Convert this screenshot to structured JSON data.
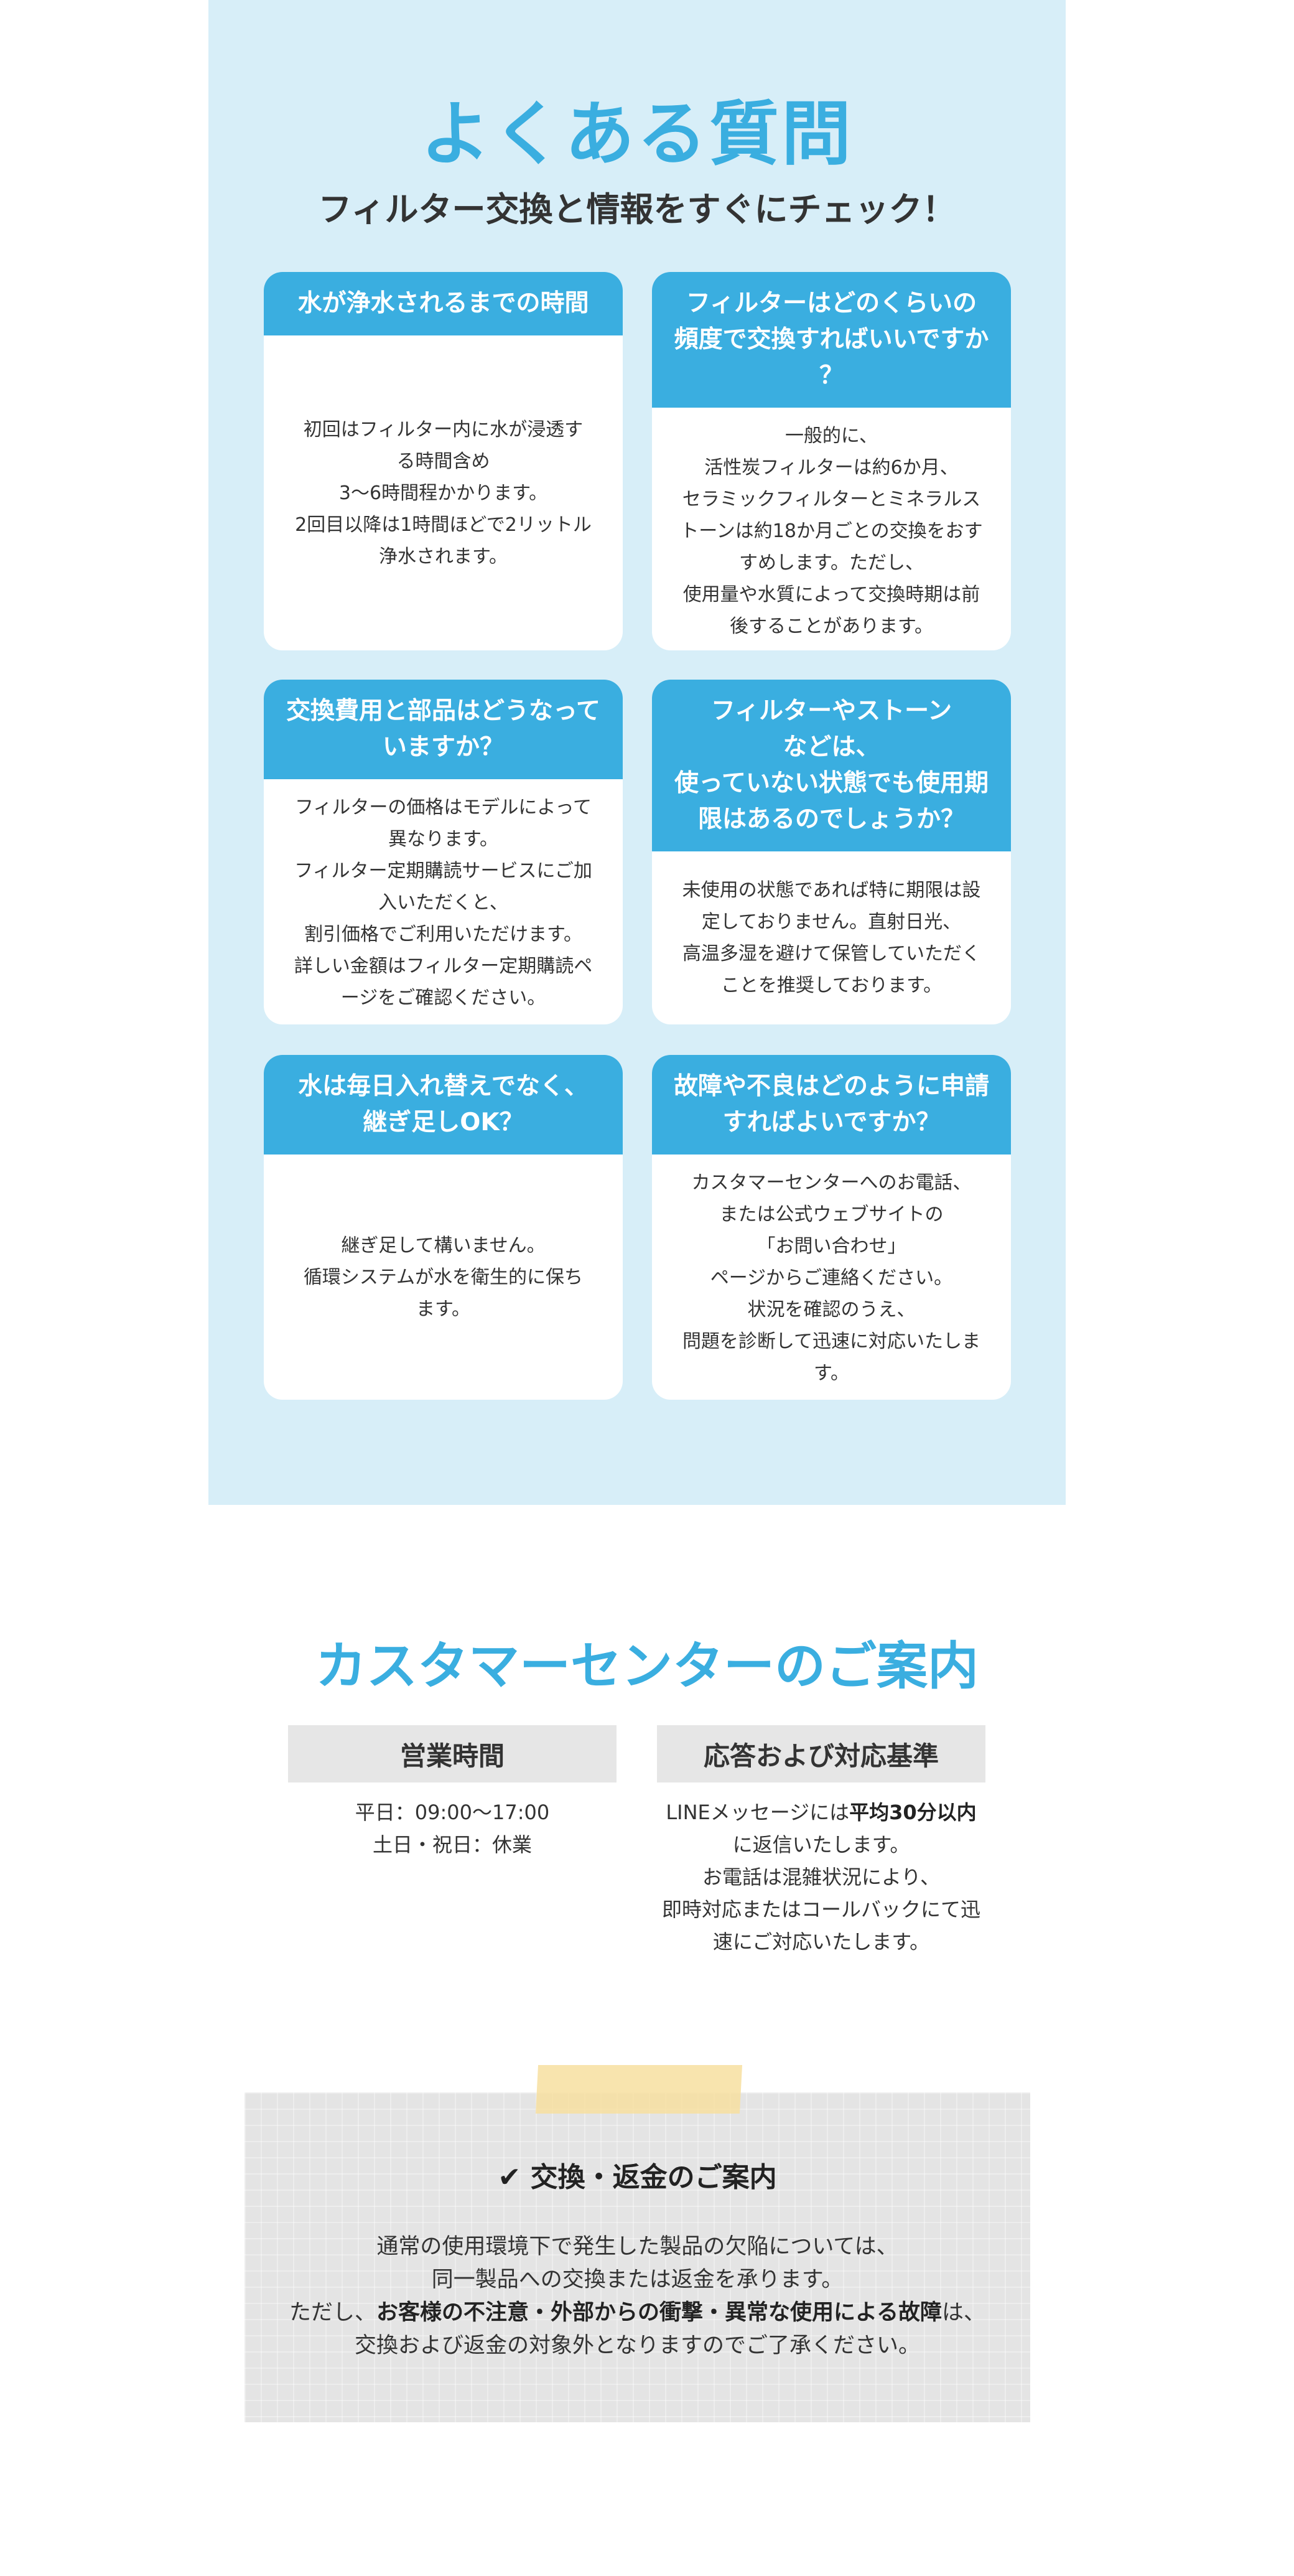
{
  "faq": {
    "title": "よくある質問",
    "subtitle": "フィルター交換と情報をすぐにチェック！",
    "items": [
      {
        "q": "水が浄水されるまでの時間",
        "a": "初回はフィルター内に水が浸透す\nる時間含め\n3〜6時間程かかります。\n2回目以降は1時間ほどで2リットル\n浄水されます。"
      },
      {
        "q": "フィルターはどのくらいの\n頻度で交換すればいいですか\n？",
        "a": "一般的に、\n活性炭フィルターは約6か月、\nセラミックフィルターとミネラルス\nトーンは約18か月ごとの交換をおす\nすめします。ただし、\n使用量や水質によって交換時期は前\n後することがあります。"
      },
      {
        "q": "交換費用と部品はどうなって\nいますか？",
        "a": "フィルターの価格はモデルによって\n異なります。\nフィルター定期購読サービスにご加\n入いただくと、\n割引価格でご利用いただけます。\n詳しい金額はフィルター定期購読ペ\nージをご確認ください。"
      },
      {
        "q": "フィルターやストーン\nなどは、\n使っていない状態でも使用期\n限はあるのでしょうか？",
        "a": "未使用の状態であれば特に期限は設\n定しておりません。直射日光、\n高温多湿を避けて保管していただく\nことを推奨しております。"
      },
      {
        "q": "水は毎日入れ替えでなく、\n継ぎ足しOK？",
        "a": "継ぎ足して構いません。\n循環システムが水を衛生的に保ち\nます。"
      },
      {
        "q": "故障や不良はどのように申請\nすればよいですか？",
        "a": "カスタマーセンターへのお電話、\nまたは公式ウェブサイトの\n「お問い合わせ」\nページからご連絡ください。\n状況を確認のうえ、\n問題を診断して迅速に対応いたしま\nす。"
      }
    ]
  },
  "customer_center": {
    "title": "カスタマーセンターのご案内",
    "hours": {
      "heading": "営業時間",
      "body": "平日：09:00〜17:00\n土日・祝日：休業"
    },
    "response": {
      "heading": "応答および対応基準",
      "body_pre": "LINEメッセージには",
      "body_bold": "平均30分以内",
      "body_post": "\nに返信いたします。\nお電話は混雑状況により、\n即時対応またはコールバックにて迅\n速にご対応いたします。"
    }
  },
  "exchange": {
    "icon": "check-icon",
    "heading": "交換・返金のご案内",
    "line1": "通常の使用環境下で発生した製品の欠陥については、",
    "line2": "同一製品への交換または返金を承ります。",
    "line3_pre": "ただし、",
    "line3_bold": "お客様の不注意・外部からの衝撃・異常な使用による故障",
    "line3_post": "は、",
    "line4": "交換および返金の対象外となりますのでご了承ください。"
  }
}
